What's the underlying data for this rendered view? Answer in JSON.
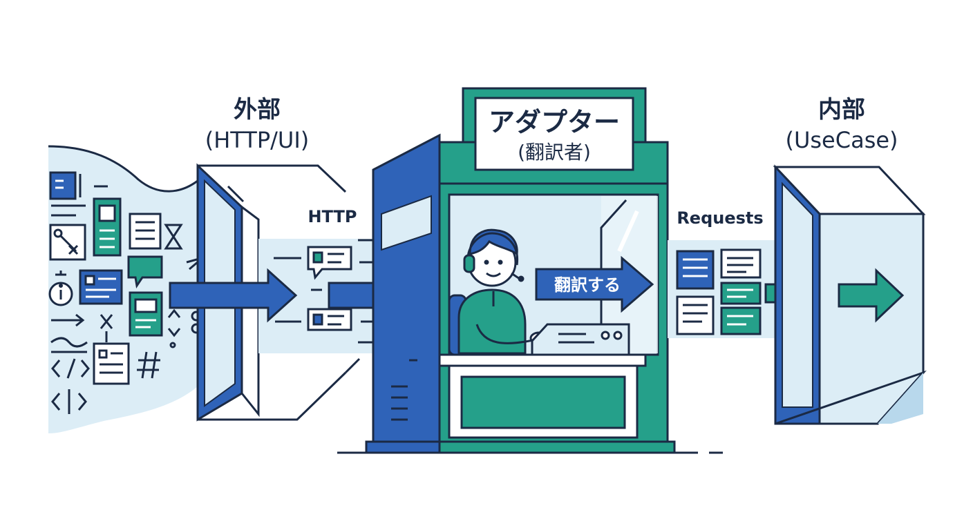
{
  "external": {
    "title": "外部",
    "subtitle": "(HTTP/UI)"
  },
  "adapter": {
    "title": "アダプター",
    "subtitle": "(翻訳者)",
    "action": "翻訳する"
  },
  "internal": {
    "title": "内部",
    "subtitle": "(UseCase)"
  },
  "flow_labels": {
    "incoming": "HTTP",
    "outgoing": "Requests"
  },
  "colors": {
    "navy": "#1b2a44",
    "blue": "#2f63b8",
    "teal": "#25a08a",
    "light_blue": "#dcedf6",
    "pale_blue": "#eaf4fa"
  }
}
